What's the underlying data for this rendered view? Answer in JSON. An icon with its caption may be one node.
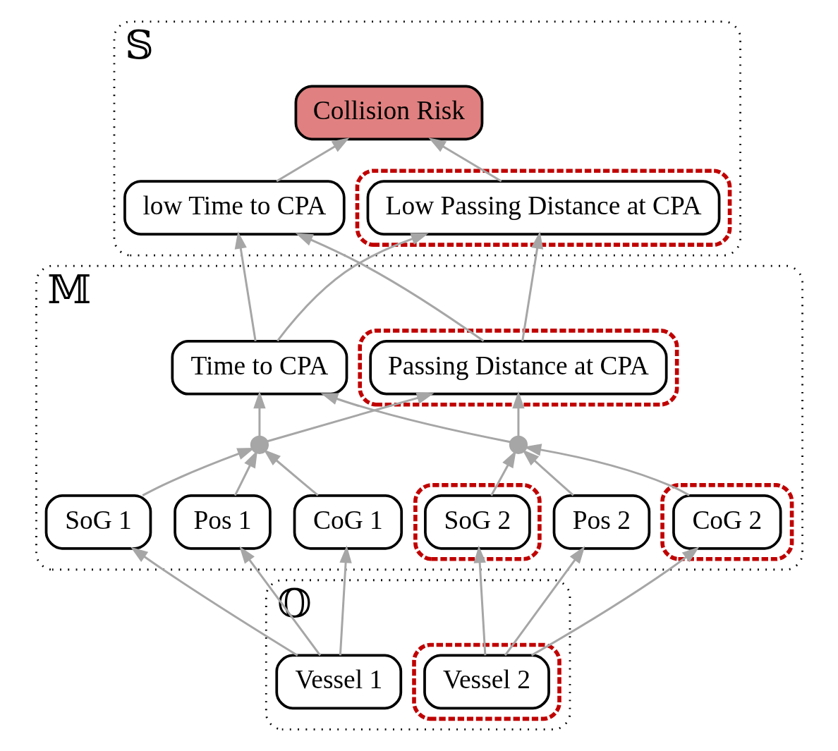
{
  "diagram": {
    "nodes": [
      {
        "text": [
          "𝕊"
        ]
      },
      {
        "text": [
          "Collision Risk"
        ],
        "in": 0
      },
      {
        "text": [
          "low Time to CPA"
        ],
        "in": 0
      },
      {
        "text": [],
        "shape": "box",
        "in": 0
      },
      {
        "text": [
          "Low Passing Distance at CPA"
        ],
        "in": 3
      },
      {
        "text": [
          "𝕄"
        ]
      },
      {
        "text": [
          "Time to CPA"
        ],
        "in": 5
      },
      {
        "text": [],
        "shape": "box",
        "in": 5
      },
      {
        "text": [
          "Passing Distance at CPA"
        ],
        "in": 7
      },
      {
        "text": [],
        "shape": "circle",
        "in": 5
      },
      {
        "text": [],
        "shape": "circle",
        "in": 5
      },
      {
        "text": [
          "SoG 1"
        ],
        "in": 5
      },
      {
        "text": [
          "Pos 1"
        ],
        "in": 5
      },
      {
        "text": [
          "CoG 1"
        ],
        "in": 5
      },
      {
        "text": [],
        "shape": "box",
        "in": 5
      },
      {
        "text": [
          "SoG 2"
        ],
        "in": 14
      },
      {
        "text": [
          "Pos 2"
        ],
        "in": 5
      },
      {
        "text": [],
        "shape": "box",
        "in": 5
      },
      {
        "text": [
          "CoG 2"
        ],
        "in": 17
      },
      {
        "text": [
          "𝕆"
        ]
      },
      {
        "text": [
          "Vessel 1"
        ],
        "in": 19
      },
      {
        "text": [],
        "shape": "box",
        "in": 19
      },
      {
        "text": [
          "Vessel 2"
        ],
        "in": 21
      }
    ],
    "edges": [
      {
        "from": 20,
        "to": 11,
        "arrow": "to"
      },
      {
        "from": 20,
        "to": 12,
        "arrow": "to"
      },
      {
        "from": 20,
        "to": 13,
        "arrow": "to"
      },
      {
        "from": 22,
        "to": 15,
        "arrow": "to"
      },
      {
        "from": 22,
        "to": 16,
        "arrow": "to"
      },
      {
        "from": 22,
        "to": 18,
        "arrow": "to"
      },
      {
        "from": 11,
        "to": 9,
        "arrow": "to"
      },
      {
        "from": 12,
        "to": 9,
        "arrow": "to"
      },
      {
        "from": 13,
        "to": 9,
        "arrow": "to"
      },
      {
        "from": 15,
        "to": 10,
        "arrow": "to"
      },
      {
        "from": 16,
        "to": 10,
        "arrow": "to"
      },
      {
        "from": 18,
        "to": 10,
        "arrow": "to"
      },
      {
        "from": 9,
        "to": 6,
        "arrow": "to"
      },
      {
        "from": 9,
        "to": 8,
        "arrow": "to"
      },
      {
        "from": 10,
        "to": 8,
        "arrow": "to"
      },
      {
        "from": 10,
        "to": 6,
        "arrow": "to"
      },
      {
        "from": 6,
        "to": 2,
        "arrow": "to"
      },
      {
        "from": 6,
        "to": 4,
        "arrow": "to"
      },
      {
        "from": 8,
        "to": 4,
        "arrow": "to"
      },
      {
        "from": 8,
        "to": 2,
        "arrow": "to"
      },
      {
        "from": 2,
        "to": 1,
        "arrow": "to"
      },
      {
        "from": 4,
        "to": 1,
        "arrow": "to"
      }
    ]
  }
}
